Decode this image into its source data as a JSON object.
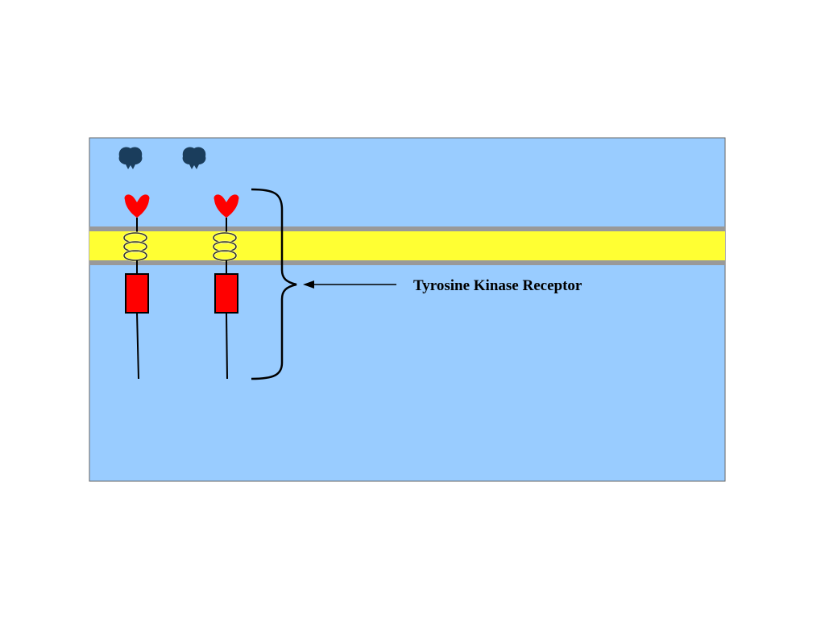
{
  "diagram": {
    "annotation_label": "Tyrosine Kinase Receptor",
    "colors": {
      "background": "#99ccff",
      "membrane": "#ffff33",
      "membrane_edge": "#999999",
      "receptor": "#ff0000",
      "ligand": "#1a3d5c",
      "coil": "#ffff66",
      "line": "#000000"
    },
    "ligands": [
      {
        "id": "ligand-1"
      },
      {
        "id": "ligand-2"
      }
    ],
    "receptors": [
      {
        "id": "receptor-1"
      },
      {
        "id": "receptor-2"
      }
    ]
  }
}
